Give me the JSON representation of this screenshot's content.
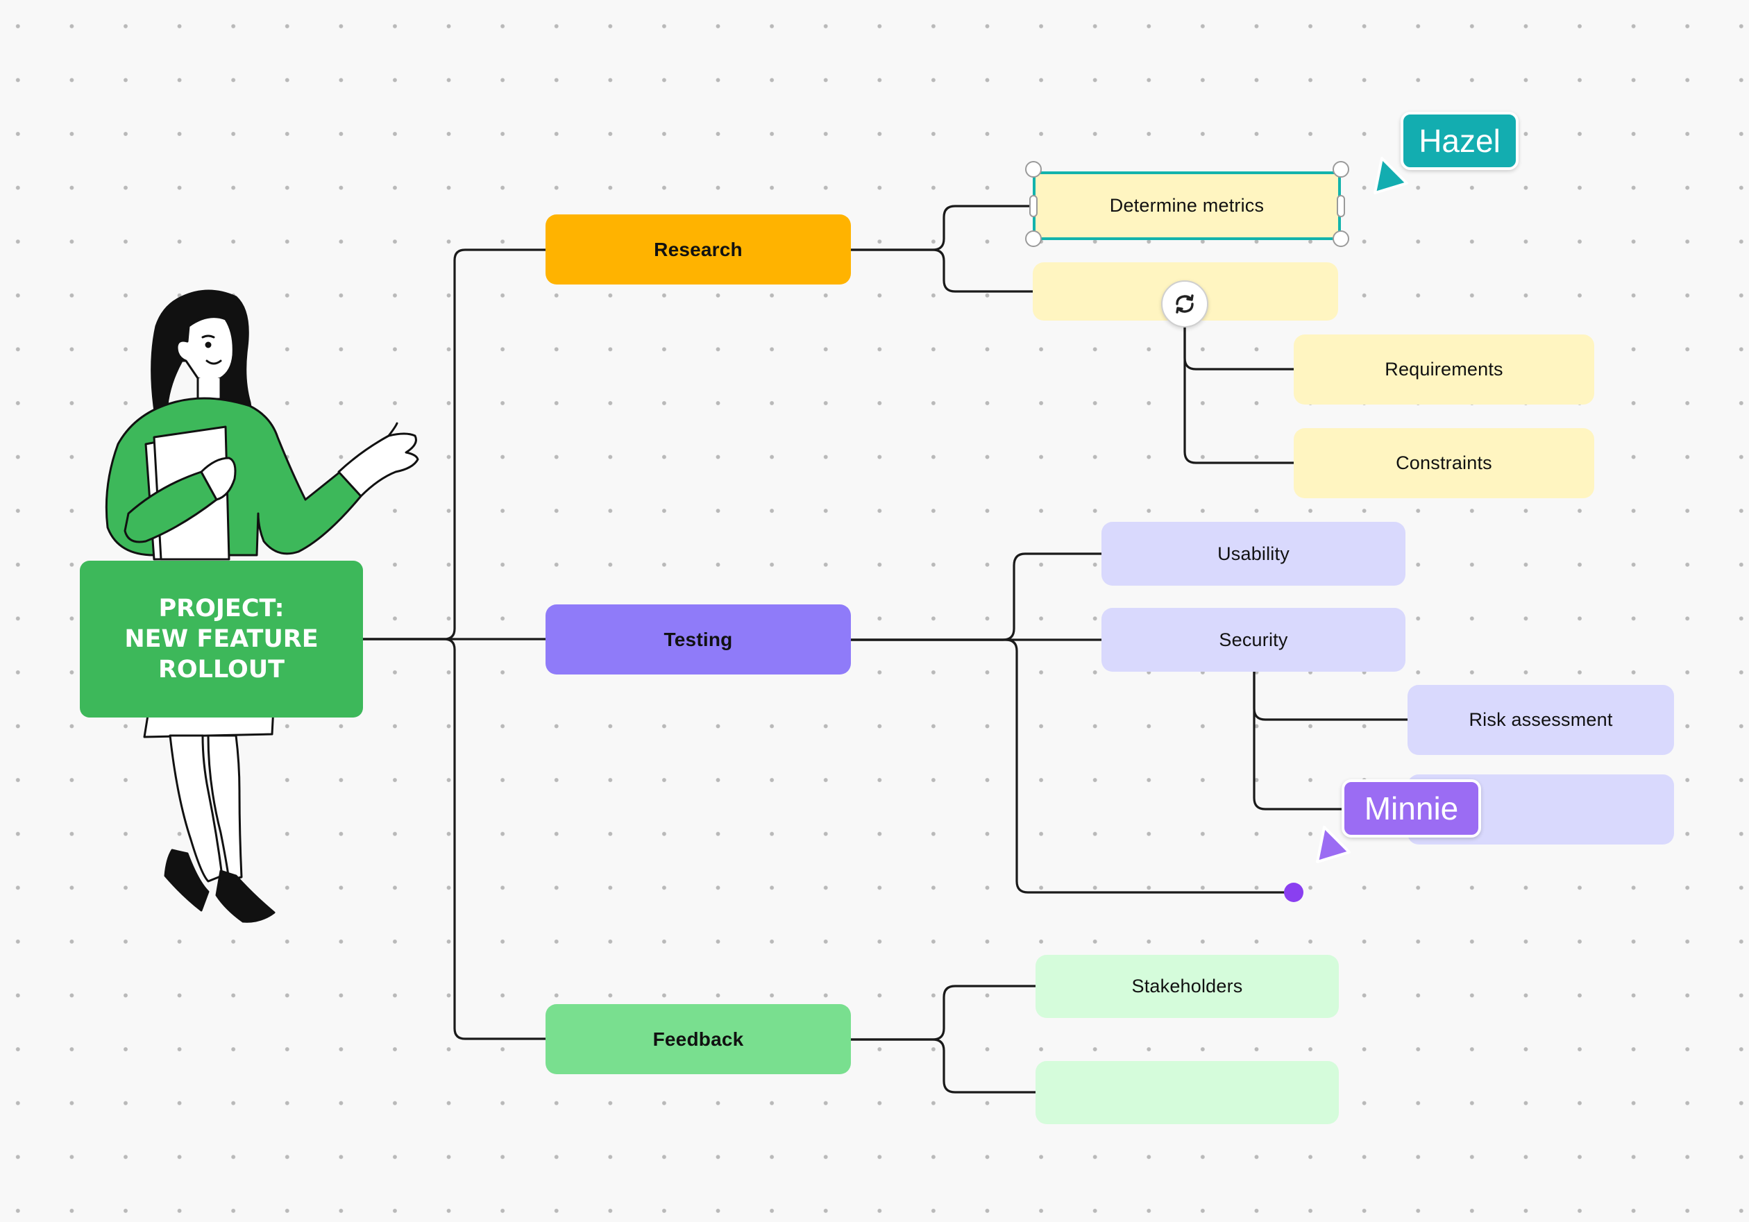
{
  "colors": {
    "root": "#3db85a",
    "research": "#ffb300",
    "research_child": "#fff5c1",
    "testing": "#8f7bf9",
    "testing_child": "#d9d9fd",
    "feedback": "#79df8f",
    "feedback_child": "#d5fcdb",
    "selection": "#13b3ac",
    "hazel": "#13adb0",
    "minnie": "#9b6cf3",
    "connector": "#1a1a1a"
  },
  "root": {
    "lines": [
      "PROJECT:",
      "NEW FEATURE",
      "ROLLOUT"
    ]
  },
  "branches": {
    "research": {
      "label": "Research",
      "children": {
        "determine_metrics": "Determine metrics",
        "empty_child": "",
        "requirements": "Requirements",
        "constraints": "Constraints"
      }
    },
    "testing": {
      "label": "Testing",
      "children": {
        "usability": "Usability",
        "security": "Security",
        "risk_assessment": "Risk assessment",
        "empty_child": ""
      }
    },
    "feedback": {
      "label": "Feedback",
      "children": {
        "stakeholders": "Stakeholders",
        "empty_child": ""
      }
    }
  },
  "collaborators": {
    "hazel": "Hazel",
    "minnie": "Minnie"
  },
  "icons": {
    "swap": "swap-arrows-icon",
    "person": "woman-presenter-illustration"
  }
}
